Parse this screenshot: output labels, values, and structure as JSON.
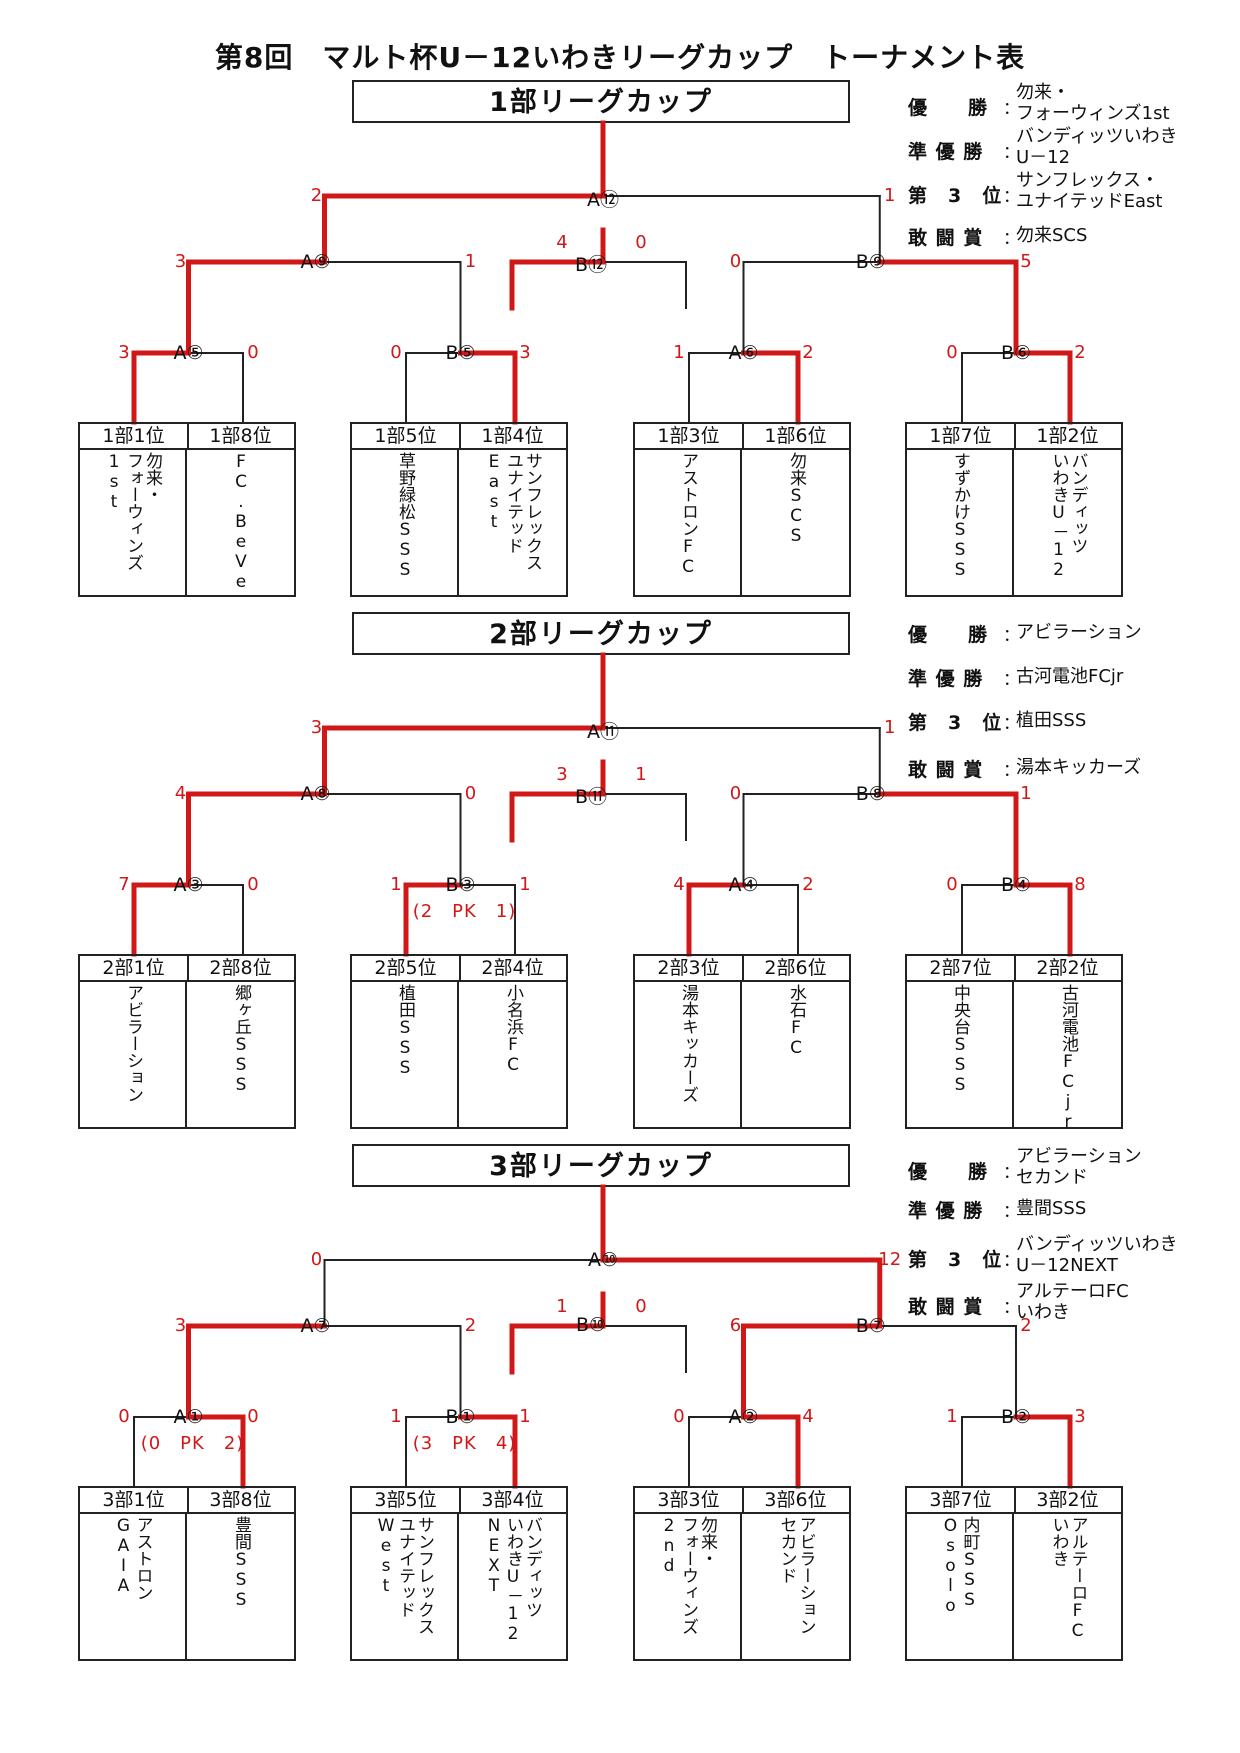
{
  "title": "第8回　マルト杯U－12いわきリーグカップ　トーナメント表",
  "colors": {
    "win": "#d01818",
    "line": "#222222"
  },
  "sections": [
    {
      "title": "1部リーグカップ",
      "awards": [
        {
          "label": "優　　勝",
          "value": "勿来・\nフォーウィンズ1st"
        },
        {
          "label": "準 優 勝",
          "value": "バンディッツいわき\nU－12"
        },
        {
          "label": "第　3　位",
          "value": "サンフレックス・\nユナイテッドEast"
        },
        {
          "label": "敢 闘 賞",
          "value": "勿来SCS"
        }
      ],
      "final": {
        "label": "A⑫",
        "left": "2",
        "right": "1",
        "winner": "left"
      },
      "third": {
        "label": "B⑫",
        "left": "4",
        "right": "0",
        "winner": "left"
      },
      "semis": [
        {
          "label": "A⑨",
          "left": "3",
          "right": "1",
          "winner": "left"
        },
        {
          "label": "B⑨",
          "left": "0",
          "right": "5",
          "winner": "right"
        }
      ],
      "quarters": [
        {
          "label": "A⑤",
          "left": "3",
          "right": "0",
          "winner": "left",
          "pk": ""
        },
        {
          "label": "B⑤",
          "left": "0",
          "right": "3",
          "winner": "right",
          "pk": ""
        },
        {
          "label": "A⑥",
          "left": "1",
          "right": "2",
          "winner": "right",
          "pk": ""
        },
        {
          "label": "B⑥",
          "left": "0",
          "right": "2",
          "winner": "right",
          "pk": ""
        }
      ],
      "teams": [
        {
          "seed": "1部1位",
          "name": "勿来・\nフォーウィンズ\n1st"
        },
        {
          "seed": "1部8位",
          "name": "FC.BeVe"
        },
        {
          "seed": "1部5位",
          "name": "草野緑松SSS"
        },
        {
          "seed": "1部4位",
          "name": "サンフレックス\nユナイテッド\nEast"
        },
        {
          "seed": "1部3位",
          "name": "アストロンFC"
        },
        {
          "seed": "1部6位",
          "name": "勿来SCS"
        },
        {
          "seed": "1部7位",
          "name": "すずかけSSS"
        },
        {
          "seed": "1部2位",
          "name": "バンディッツ\nいわきU－12"
        }
      ]
    },
    {
      "title": "2部リーグカップ",
      "awards": [
        {
          "label": "優　　勝",
          "value": "アビラーション"
        },
        {
          "label": "準 優 勝",
          "value": "古河電池FCjr"
        },
        {
          "label": "第　3　位",
          "value": "植田SSS"
        },
        {
          "label": "敢 闘 賞",
          "value": "湯本キッカーズ"
        }
      ],
      "final": {
        "label": "A⑪",
        "left": "3",
        "right": "1",
        "winner": "left"
      },
      "third": {
        "label": "B⑪",
        "left": "3",
        "right": "1",
        "winner": "left"
      },
      "semis": [
        {
          "label": "A⑧",
          "left": "4",
          "right": "0",
          "winner": "left"
        },
        {
          "label": "B⑧",
          "left": "0",
          "right": "1",
          "winner": "right"
        }
      ],
      "quarters": [
        {
          "label": "A③",
          "left": "7",
          "right": "0",
          "winner": "left",
          "pk": ""
        },
        {
          "label": "B③",
          "left": "1",
          "right": "1",
          "winner": "left",
          "pk": "(2　PK　1)"
        },
        {
          "label": "A④",
          "left": "4",
          "right": "2",
          "winner": "left",
          "pk": ""
        },
        {
          "label": "B④",
          "left": "0",
          "right": "8",
          "winner": "right",
          "pk": ""
        }
      ],
      "teams": [
        {
          "seed": "2部1位",
          "name": "アビラーション"
        },
        {
          "seed": "2部8位",
          "name": "郷ヶ丘SSS"
        },
        {
          "seed": "2部5位",
          "name": "植田SSS"
        },
        {
          "seed": "2部4位",
          "name": "小名浜FC"
        },
        {
          "seed": "2部3位",
          "name": "湯本キッカーズ"
        },
        {
          "seed": "2部6位",
          "name": "水石FC"
        },
        {
          "seed": "2部7位",
          "name": "中央台SSS"
        },
        {
          "seed": "2部2位",
          "name": "古河電池FCjr"
        }
      ]
    },
    {
      "title": "3部リーグカップ",
      "awards": [
        {
          "label": "優　　勝",
          "value": "アビラーション\nセカンド"
        },
        {
          "label": "準 優 勝",
          "value": "豊間SSS"
        },
        {
          "label": "第　3　位",
          "value": "バンディッツいわき\nU－12NEXT"
        },
        {
          "label": "敢 闘 賞",
          "value": "アルテーロFC\nいわき"
        }
      ],
      "final": {
        "label": "A⑩",
        "left": "0",
        "right": "12",
        "winner": "right"
      },
      "third": {
        "label": "B⑩",
        "left": "1",
        "right": "0",
        "winner": "left"
      },
      "semis": [
        {
          "label": "A⑦",
          "left": "3",
          "right": "2",
          "winner": "left"
        },
        {
          "label": "B⑦",
          "left": "6",
          "right": "2",
          "winner": "left"
        }
      ],
      "quarters": [
        {
          "label": "A①",
          "left": "0",
          "right": "0",
          "winner": "right",
          "pk": "(0　PK　2)"
        },
        {
          "label": "B①",
          "left": "1",
          "right": "1",
          "winner": "right",
          "pk": "(3　PK　4)"
        },
        {
          "label": "A②",
          "left": "0",
          "right": "4",
          "winner": "right",
          "pk": ""
        },
        {
          "label": "B②",
          "left": "1",
          "right": "3",
          "winner": "right",
          "pk": ""
        }
      ],
      "teams": [
        {
          "seed": "3部1位",
          "name": "アストロン\nGAIA"
        },
        {
          "seed": "3部8位",
          "name": "豊間SSS"
        },
        {
          "seed": "3部5位",
          "name": "サンフレックス\nユナイテッド\nWest"
        },
        {
          "seed": "3部4位",
          "name": "バンディッツ\nいわきU－12\nNEXT"
        },
        {
          "seed": "3部3位",
          "name": "勿来・\nフォーウィンズ\n2nd"
        },
        {
          "seed": "3部6位",
          "name": "アビラーション\nセカンド"
        },
        {
          "seed": "3部7位",
          "name": "内町SSS\nOsolo"
        },
        {
          "seed": "3部2位",
          "name": "アルテーロFC\nいわき"
        }
      ]
    }
  ]
}
